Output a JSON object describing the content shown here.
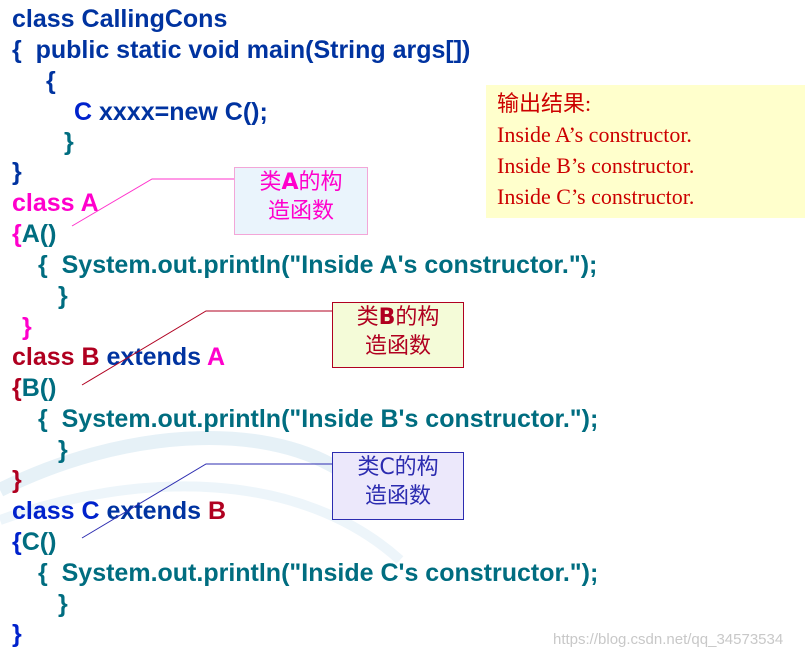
{
  "code": {
    "line1_class_kw": "class ",
    "line1_name": "CallingCons",
    "line2": "{  public static void main(String args[])",
    "line3": "{",
    "line4_type": "C ",
    "line4_rest": "xxxx=new C();",
    "line5": "}",
    "line6": "}",
    "line7_kw": "class ",
    "line7_name": "A",
    "line8_brace": "{",
    "line8_ctor": "A()",
    "line9_brace": "{  ",
    "line9_stmt": "System.out.println(\"Inside A's constructor.\");",
    "line10": "}",
    "line11": "}",
    "line12_kw": "class ",
    "line12_name": "B",
    "line12_extends": " extends ",
    "line12_parent": "A",
    "line13_brace": "{",
    "line13_ctor": "B()",
    "line14_brace": "{  ",
    "line14_stmt": "System.out.println(\"Inside B's constructor.\");",
    "line15": "}",
    "line16": "}",
    "line17_kw": "class ",
    "line17_name": "C",
    "line17_extends": " extends ",
    "line17_parent": "B",
    "line18_brace": "{",
    "line18_ctor": "C()",
    "line19_brace": "{  ",
    "line19_stmt": "System.out.println(\"Inside C's constructor.\");",
    "line20": "}",
    "line21": "}"
  },
  "output": {
    "title": "输出结果:",
    "line1": "Inside A’s constructor.",
    "line2": "Inside B’s constructor.",
    "line3": "Inside C’s constructor."
  },
  "notes": {
    "a_pre": "类",
    "a_letter": "A",
    "a_post": "的构",
    "a_line2": "造函数",
    "b_pre": "类",
    "b_letter": "B",
    "b_post": "的构",
    "b_line2": "造函数",
    "c_line1": "类C的构",
    "c_line2": "造函数"
  },
  "watermark": "https://blog.csdn.net/qq_34573534",
  "colors": {
    "code_default": "#0033a0",
    "class_a": "#ff00cc",
    "class_b": "#b00020",
    "class_c": "#0022cc",
    "output_text": "#cc0000",
    "output_bg": "#ffffcc"
  }
}
